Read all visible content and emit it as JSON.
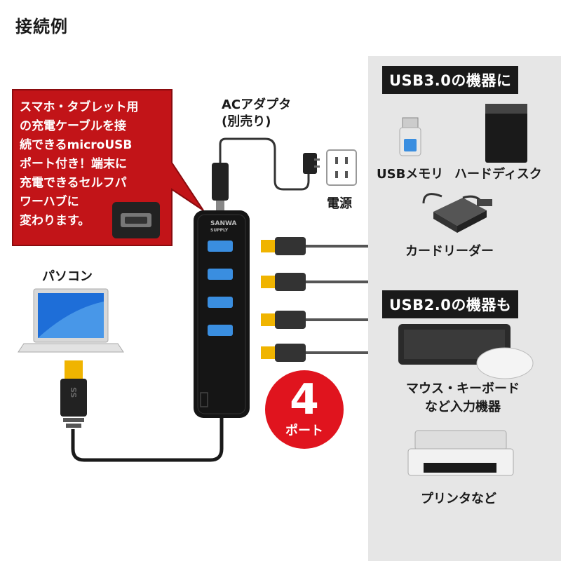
{
  "title": "接続例",
  "callout": {
    "lines": [
      "スマホ・タブレット用",
      "の充電ケーブルを接",
      "続できるmicroUSB",
      "ポート付き！端末に",
      "充電できるセルフパ",
      "ワーハブに",
      "変わります。"
    ]
  },
  "ac_adapter": {
    "line1": "ACアダプタ",
    "line2": "(別売り)"
  },
  "power_label": "電源",
  "pc_label": "パソコン",
  "hub_brand": "SANWA",
  "hub_brand_sub": "SUPPLY",
  "usb_plug_label": "SS",
  "badge": {
    "number": "4",
    "unit": "ポート"
  },
  "sections": {
    "usb3": {
      "heading": "USB3.0の機器に",
      "items": [
        "USBメモリ",
        "ハードディスク",
        "カードリーダー"
      ]
    },
    "usb2": {
      "heading": "USB2.0の機器も",
      "items_line1": "マウス・キーボード",
      "items_line2": "など入力機器",
      "printer": "プリンタなど"
    }
  },
  "colors": {
    "accent_red": "#e0141e",
    "panel_gray": "#e6e6e6",
    "hub_black": "#151515",
    "usb_blue": "#3a8ee0",
    "plug_gold": "#f0b400"
  }
}
